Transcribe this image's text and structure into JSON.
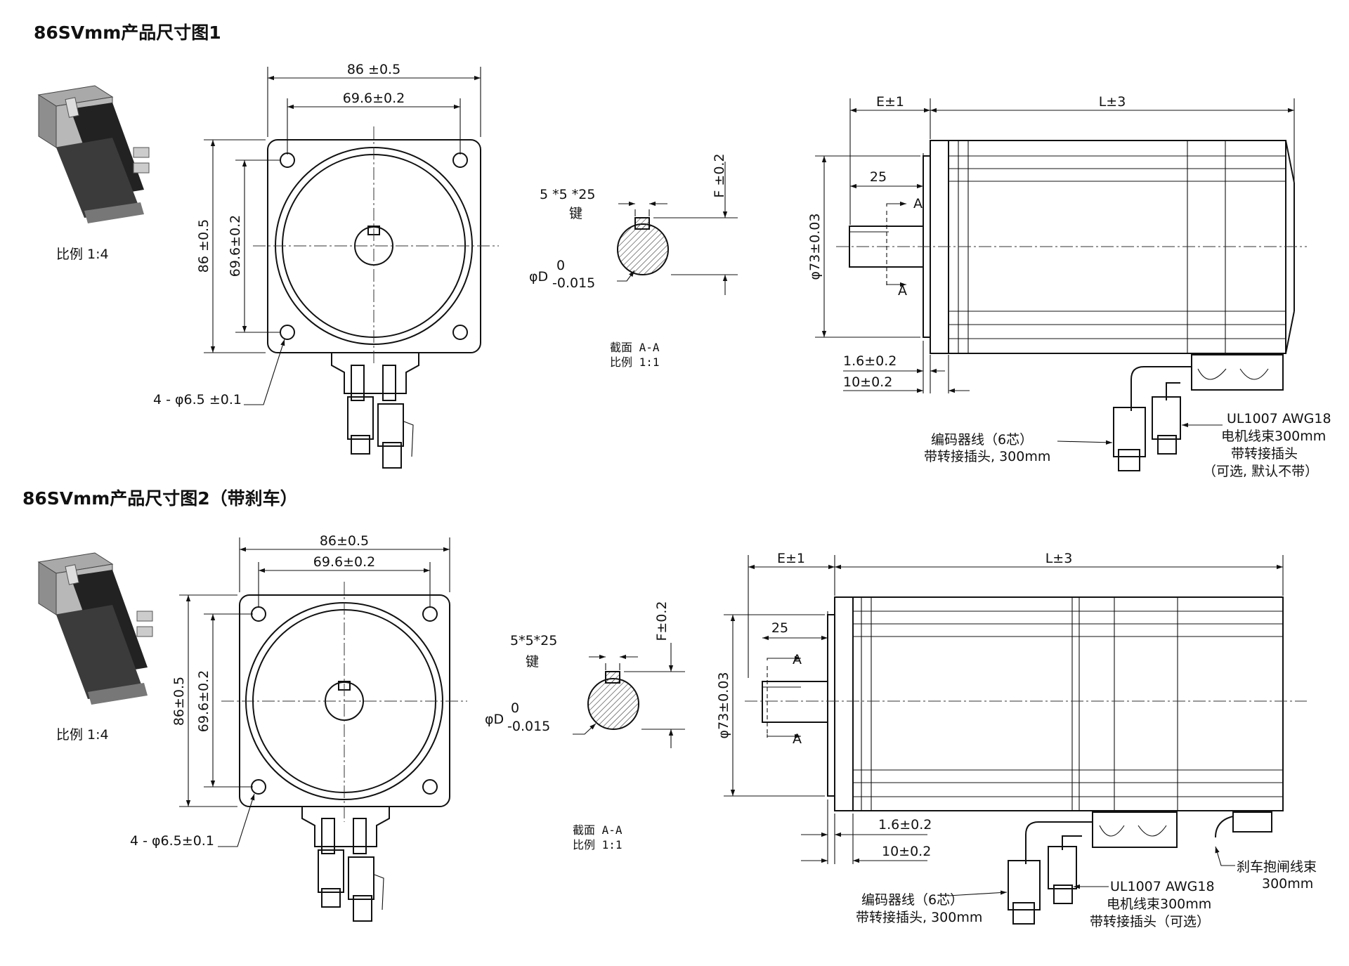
{
  "figure1": {
    "title": "86SVmm产品尺寸图1",
    "scale_label": "比例   1:4",
    "front": {
      "width_outer": "86 ±0.5",
      "width_inner": "69.6±0.2",
      "height_outer": "86 ±0.5",
      "height_inner": "69.6±0.2",
      "holes": "4 - φ6.5 ±0.1"
    },
    "section": {
      "key": "5 *5 *25",
      "key_label": "键",
      "f_dim": "F ±0.2",
      "d_symbol": "φD",
      "d_upper": "0",
      "d_lower": "-0.015",
      "section_label": "截面   A-A",
      "section_scale": "比例   1:1"
    },
    "side": {
      "e_dim": "E±1",
      "l_dim": "L±3",
      "shaft_len": "25",
      "pilot_dia": "φ73±0.03",
      "flange_step": "1.6±0.2",
      "flange_thick": "10±0.2",
      "section_mark": "A",
      "encoder_line1": "编码器线（6芯）",
      "encoder_line2": "带转接插头, 300mm",
      "motor_line1": "UL1007  AWG18",
      "motor_line2": "电机线束300mm",
      "motor_line3": "带转接插头",
      "motor_line4": "（可选, 默认不带）"
    }
  },
  "figure2": {
    "title": "86SVmm产品尺寸图2（带刹车）",
    "scale_label": "比例   1:4",
    "front": {
      "width_outer": "86±0.5",
      "width_inner": "69.6±0.2",
      "height_outer": "86±0.5",
      "height_inner": "69.6±0.2",
      "holes": "4 - φ6.5±0.1"
    },
    "section": {
      "key": "5*5*25",
      "key_label": "键",
      "f_dim": "F±0.2",
      "d_symbol": "φD",
      "d_upper": "0",
      "d_lower": "-0.015",
      "section_label": "截面   A-A",
      "section_scale": "比例   1:1"
    },
    "side": {
      "e_dim": "E±1",
      "l_dim": "L±3",
      "shaft_len": "25",
      "pilot_dia": "φ73±0.03",
      "flange_step": "1.6±0.2",
      "flange_thick": "10±0.2",
      "section_mark": "A",
      "encoder_line1": "编码器线（6芯）",
      "encoder_line2": "带转接插头, 300mm",
      "motor_line1": "UL1007  AWG18",
      "motor_line2": "电机线束300mm",
      "motor_line3": "带转接插头（可选）",
      "brake_line1": "刹车抱闸线束",
      "brake_line2": "300mm"
    }
  }
}
